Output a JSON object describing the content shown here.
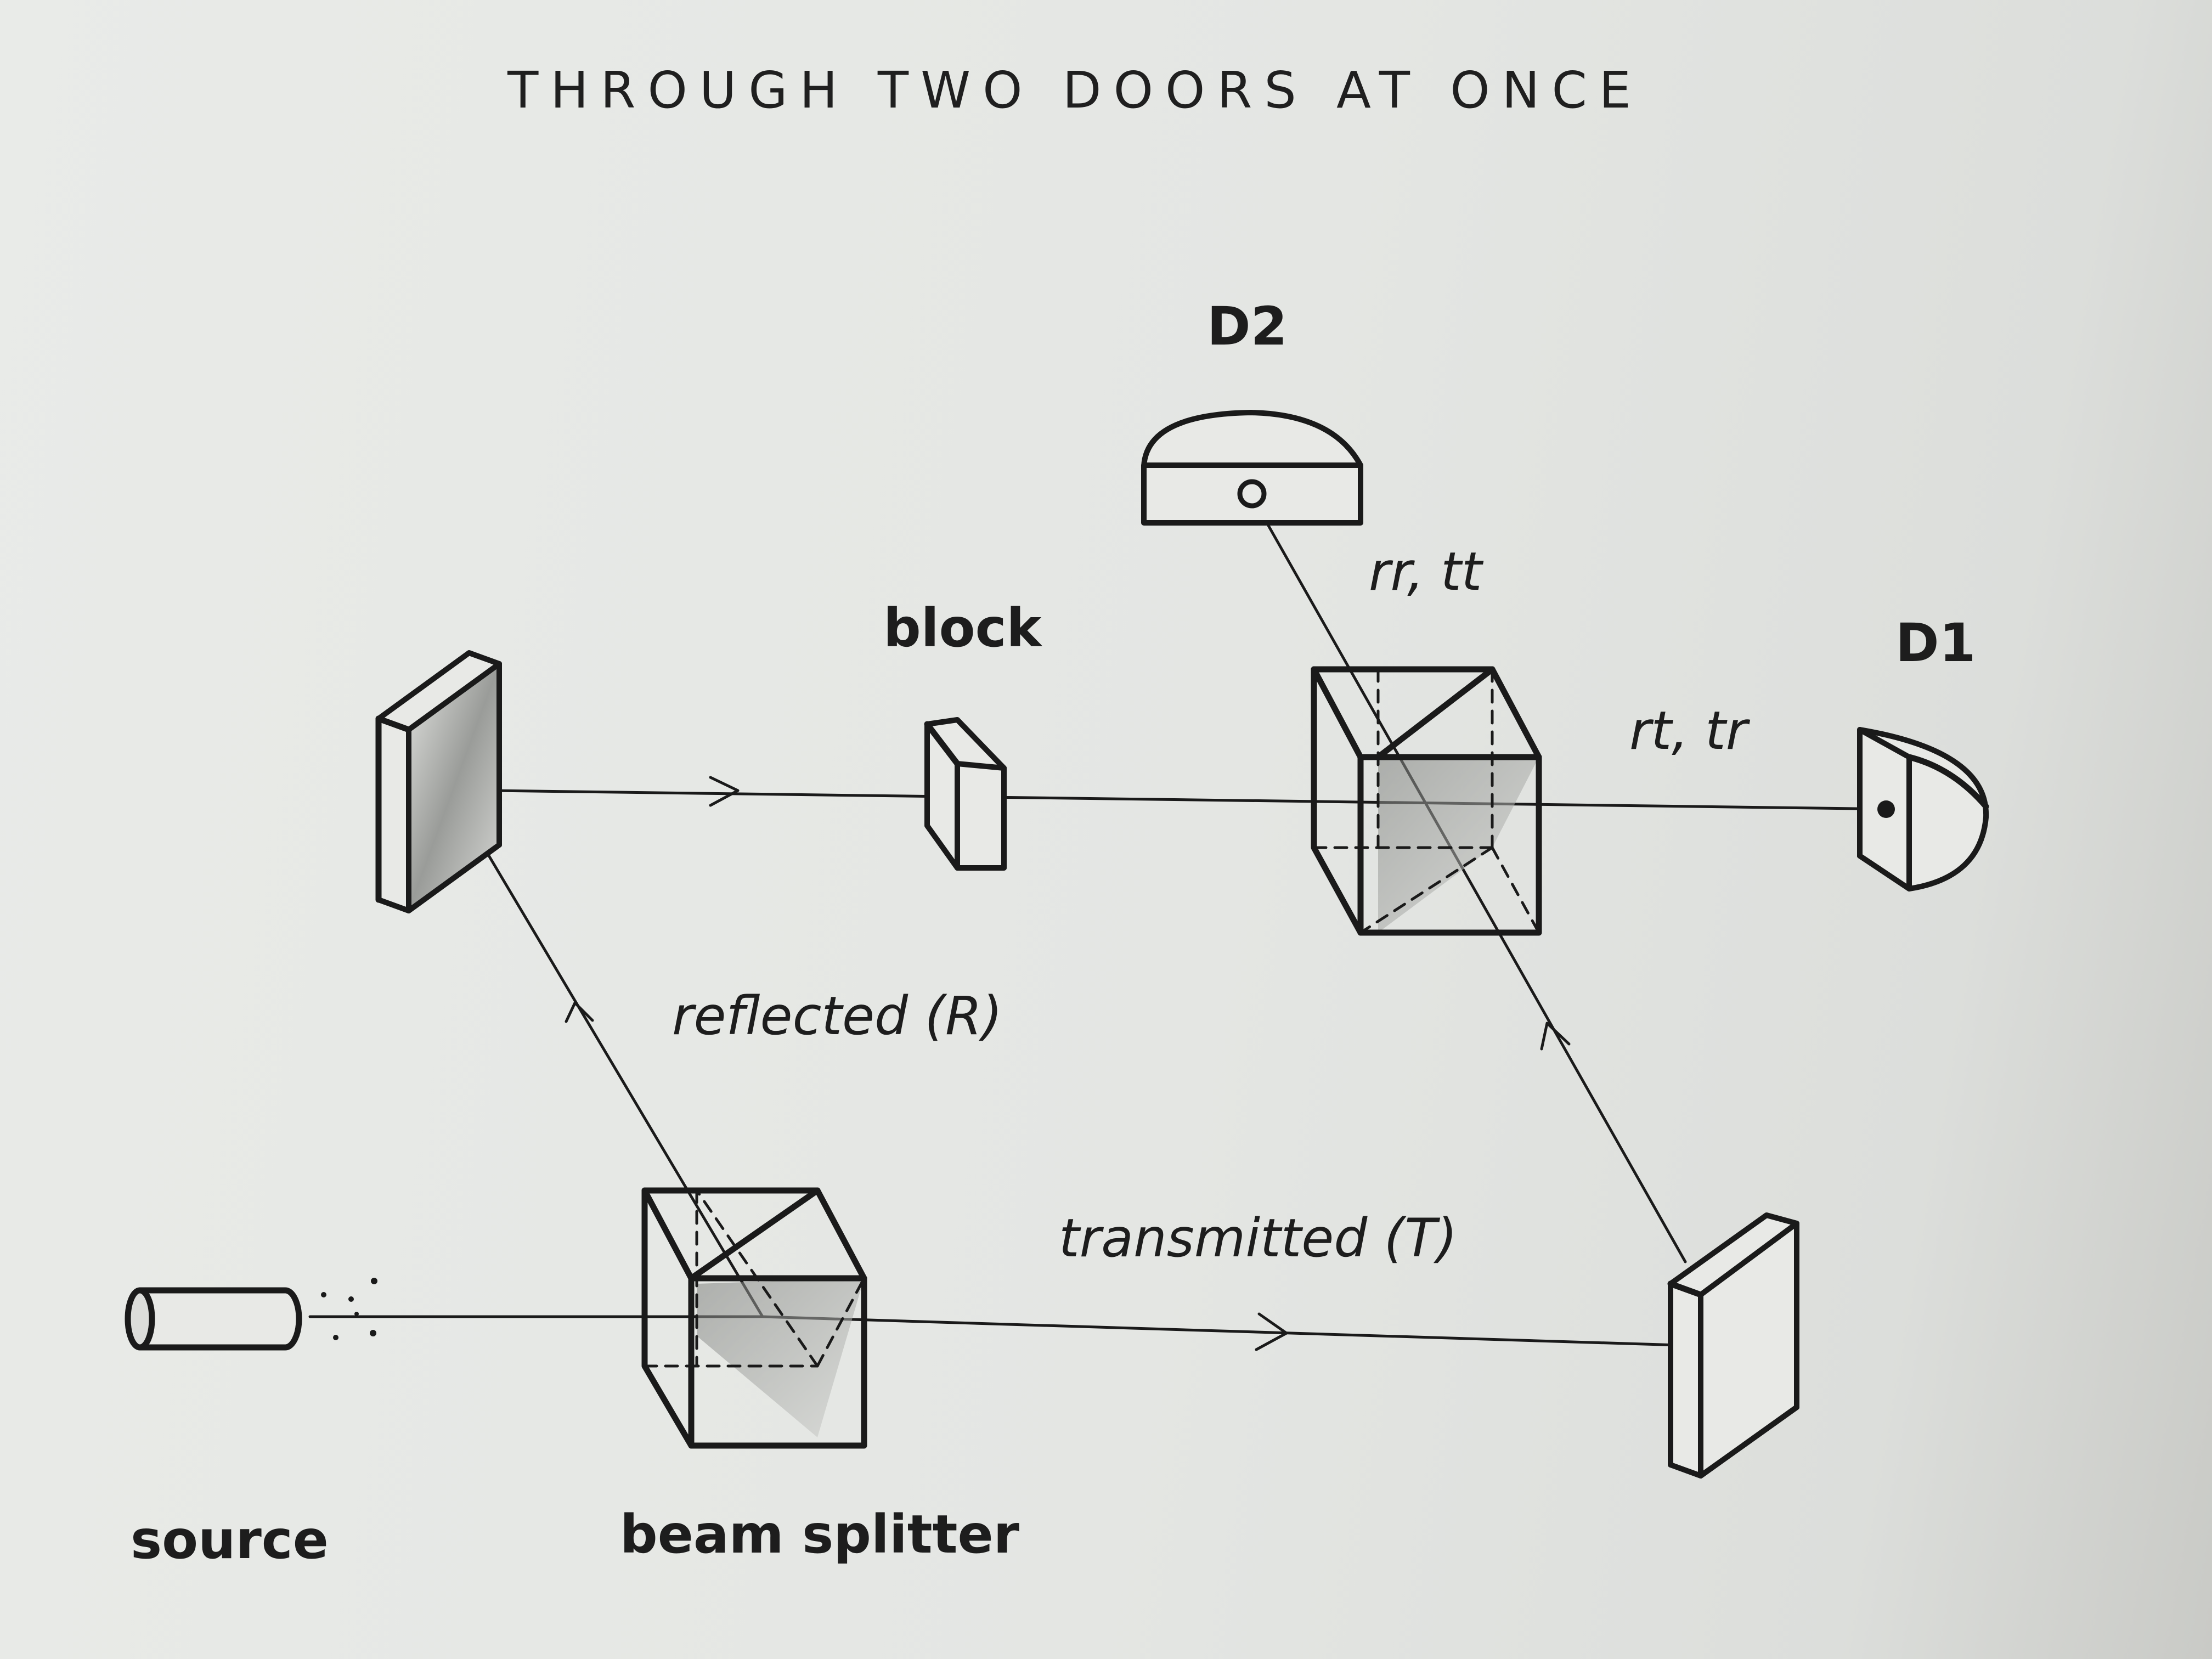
{
  "title": "THROUGH TWO DOORS AT ONCE",
  "labels": {
    "detector_2": "D2",
    "detector_1": "D1",
    "block": "block",
    "source": "source",
    "beam_splitter": "beam splitter",
    "output_d2": "rr, tt",
    "output_d1": "rt, tr",
    "reflected": "reflected (R)",
    "transmitted": "transmitted (T)"
  },
  "colors": {
    "ink": "#1a1a1a",
    "paper": "#e6e8e5",
    "shade": "#8c8e8b"
  }
}
